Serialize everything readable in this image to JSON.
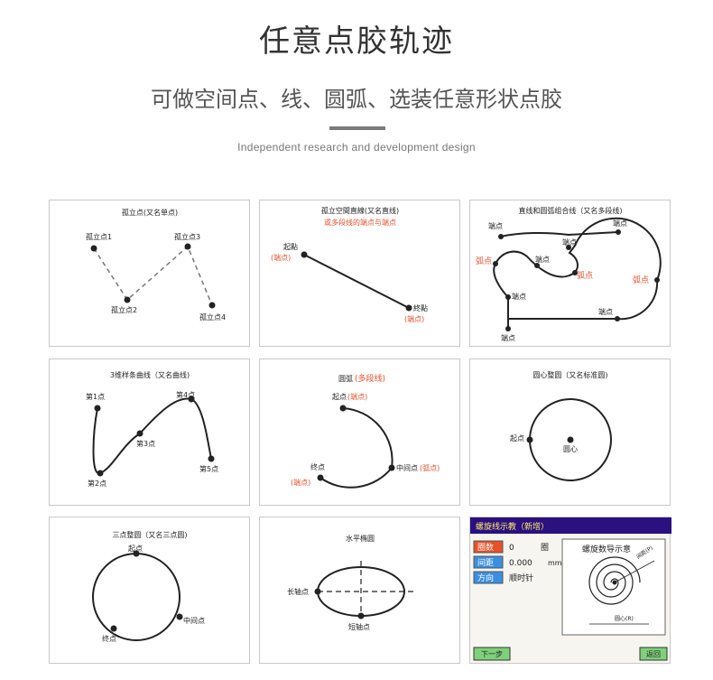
{
  "header": {
    "title": "任意点胶轨迹",
    "subtitle": "可做空间点、线、圆弧、选装任意形状点胶",
    "tagline": "Independent research and development design"
  },
  "panels": {
    "isolated_points": {
      "title": "孤立点(又名单点)",
      "labels": [
        "孤立点1",
        "孤立点3",
        "孤立点2",
        "孤立点4"
      ]
    },
    "isolated_line": {
      "title": "孤立空間直線(又名直线)",
      "subtitle": "或多段线的端点与端点",
      "start": "起點",
      "start_note": "(端点)",
      "end": "終點",
      "end_note": "(端点)"
    },
    "line_arc_combo": {
      "title": "直线和圆弧组合线（又名多段线)",
      "endpoint": "端点",
      "arc": "弧点"
    },
    "spline": {
      "title": "3维样条曲线（又名曲线)",
      "labels": [
        "第1点",
        "第2点",
        "第3点",
        "第4点",
        "第5点"
      ]
    },
    "arc": {
      "title": "圆弧",
      "title_note": "(多段线)",
      "start": "起点",
      "start_note": "(端点)",
      "mid": "中间点",
      "mid_note": "(弧点)",
      "end": "终点",
      "end_note": "(端点)"
    },
    "center_circle": {
      "title": "圆心整圆（又名标准圆)",
      "start": "起点",
      "center": "圆心"
    },
    "three_point_circle": {
      "title": "三点整圆（又名三点圆)",
      "start": "起点",
      "mid": "中间点",
      "end": "终点"
    },
    "ellipse": {
      "title": "水平椭圆",
      "long_axis": "长轴点",
      "short_axis": "短轴点"
    },
    "spiral_screen": {
      "title": "螺旋线示教（新增）",
      "rows": [
        {
          "label": "圈数",
          "value": "0",
          "unit": "圈"
        },
        {
          "label": "间距",
          "value": "0.000",
          "unit": "mm"
        },
        {
          "label": "方向",
          "value": "顺时针",
          "unit": ""
        }
      ],
      "diagram_title": "螺旋数导示意",
      "pitch_label": "间距(P)",
      "radius_label": "圆心(R)",
      "prev_button": "下一步",
      "back_button": "返回",
      "colors": {
        "titlebar": "#2a1080",
        "label_red": "#e8502a",
        "label_blue": "#3a8fe0",
        "button_green": "#7fd07a"
      }
    }
  }
}
